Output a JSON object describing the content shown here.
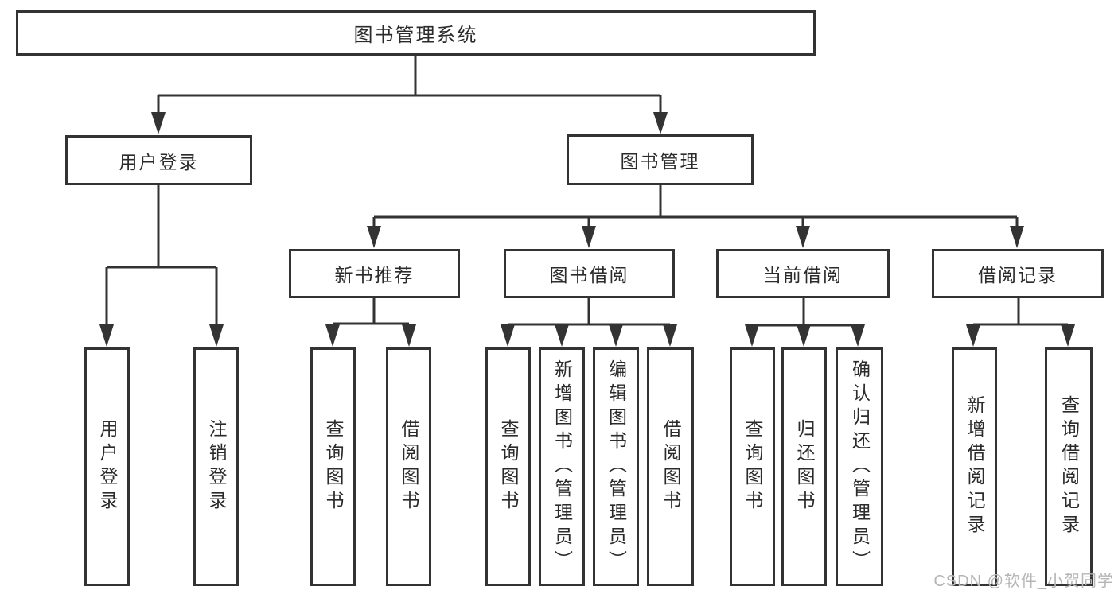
{
  "diagram": {
    "title": "图书管理系统",
    "tree": {
      "root": "图书管理系统",
      "branches": [
        "用户登录",
        "图书管理"
      ],
      "sections": [
        "新书推荐",
        "图书借阅",
        "当前借阅",
        "借阅记录"
      ],
      "leaves": [
        "用户登录",
        "注销登录",
        "查询图书",
        "借阅图书",
        "查询图书",
        "新增图书（管理员）",
        "编辑图书（管理员）",
        "借阅图书",
        "查询图书",
        "归还图书",
        "确认归还（管理员）",
        "新增借阅记录",
        "查询借阅记录"
      ]
    },
    "watermark": "CSDN @软件_小贺同学",
    "colors": {
      "line": "#333333",
      "text": "#2b2b2b",
      "watermark": "#b5b5b5",
      "background": "#ffffff"
    }
  }
}
